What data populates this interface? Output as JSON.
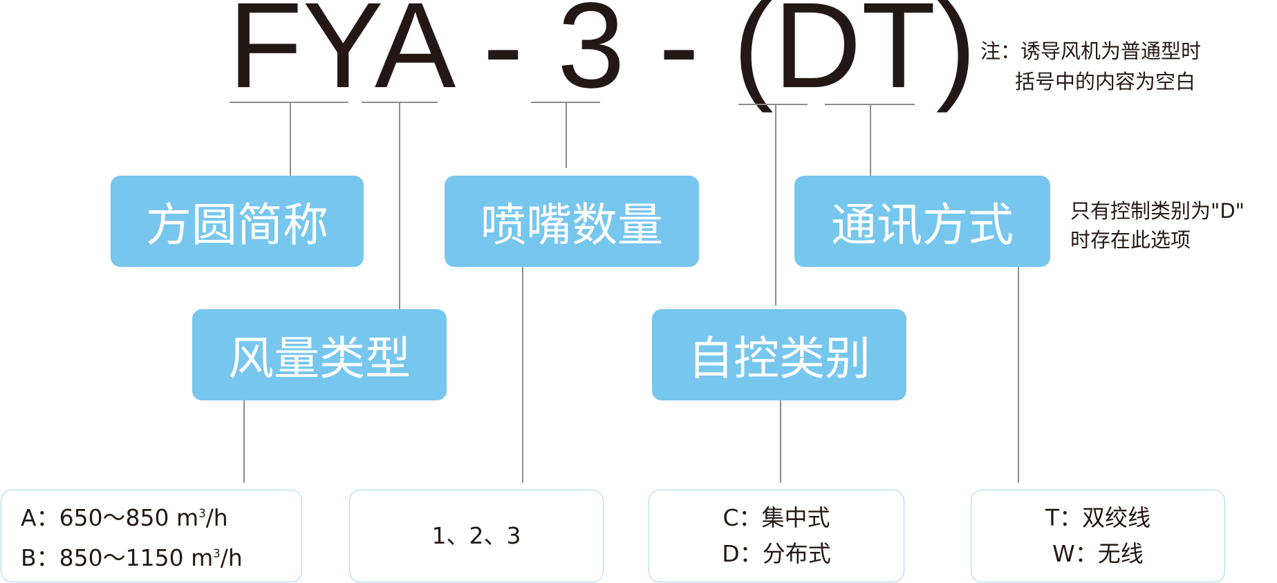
{
  "model_code": "FYA - 3 - (DT)",
  "note": {
    "line1": "注：诱导风机为普通型时",
    "line2": "括号中的内容为空白"
  },
  "note2": {
    "line1": "只有控制类别为\"D\"",
    "line2": "时存在此选项"
  },
  "tags": {
    "shape": "方圆简称",
    "airflow": "风量类型",
    "nozzle": "喷嘴数量",
    "control": "自控类别",
    "comm": "通讯方式"
  },
  "boxes": {
    "airflow": {
      "line_a_prefix": "A：650～850 m",
      "line_a_sup": "3",
      "line_a_suffix": "/h",
      "line_b_prefix": "B：850～1150 m",
      "line_b_sup": "3",
      "line_b_suffix": "/h"
    },
    "nozzle": {
      "line1": "1、2、3"
    },
    "control": {
      "line1": "C：集中式",
      "line2": "D：分布式"
    },
    "comm": {
      "line1": "T：双绞线",
      "line2": "W：无线"
    }
  },
  "colors": {
    "tag_fill": "#77c6ee",
    "box_border": "#9fd7f3",
    "connector": "#8c8c8c",
    "text": "#231815"
  }
}
